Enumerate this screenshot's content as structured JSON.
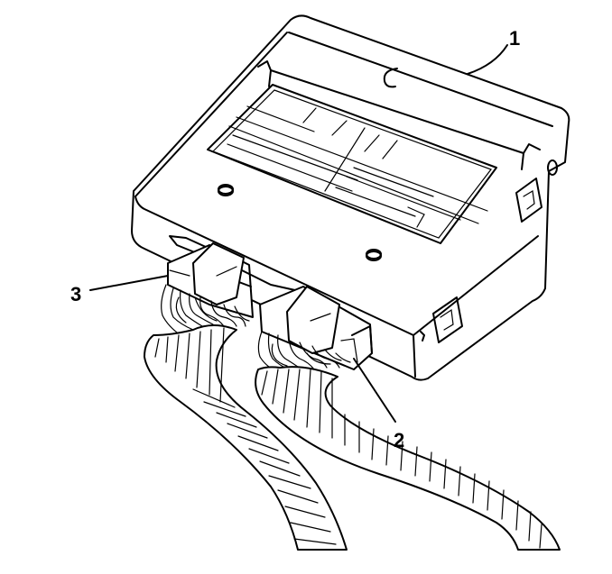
{
  "callouts": {
    "module": "1",
    "connector_right": "2",
    "connector_left": "3"
  },
  "colors": {
    "line": "#000000",
    "background": "#ffffff"
  }
}
